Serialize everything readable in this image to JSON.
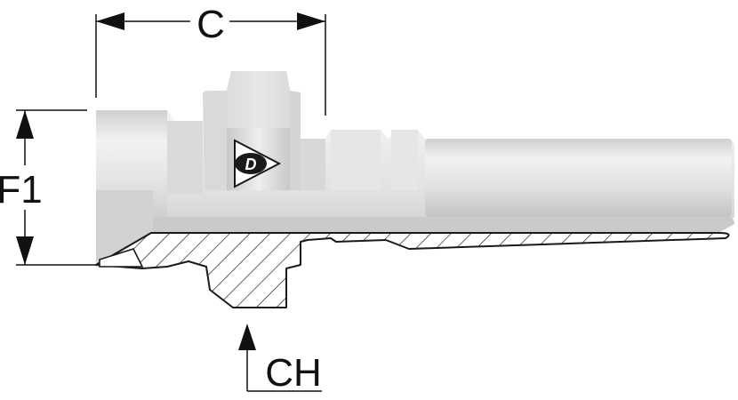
{
  "labels": {
    "c": "C",
    "f1": "F1",
    "ch": "CH"
  },
  "logo": {
    "name": "dunlop-logo",
    "text": "D"
  },
  "colors": {
    "body_light": "#eeeeee",
    "body_mid": "#d6d6d6",
    "body_dark": "#bdbdbd",
    "outline": "#1a1a1a",
    "dimension": "#111111"
  }
}
